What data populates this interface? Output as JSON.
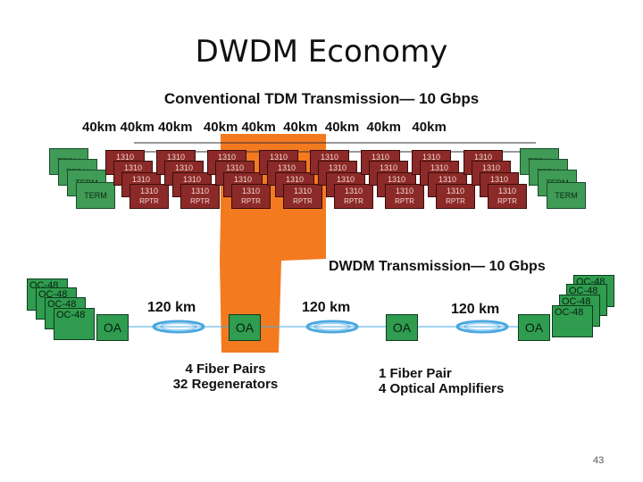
{
  "title": "DWDM Economy",
  "tdm": {
    "subtitle": "Conventional TDM Transmission— 10 Gbps",
    "span_row": "40km 40km 40km   40km 40km  40km  40km  40km   40km",
    "term_label": "TERM",
    "rptr_line1": "1310",
    "rptr_line2": "RPTR",
    "caption_line1": "4 Fiber Pairs",
    "caption_line2": "32 Regenerators"
  },
  "dwdm": {
    "subtitle": "DWDM Transmission— 10 Gbps",
    "oc_label": "OC-48",
    "oa_label": "OA",
    "span_label": "120 km",
    "caption_line1": "1 Fiber Pair",
    "caption_line2": "4 Optical Amplifiers"
  },
  "page_number": "43",
  "colors": {
    "term": "#3f9b55",
    "rptr": "#8b2a28",
    "oc": "#2f9c4f",
    "highlight": "#f47a20",
    "fiber": "#4aa8e0"
  }
}
